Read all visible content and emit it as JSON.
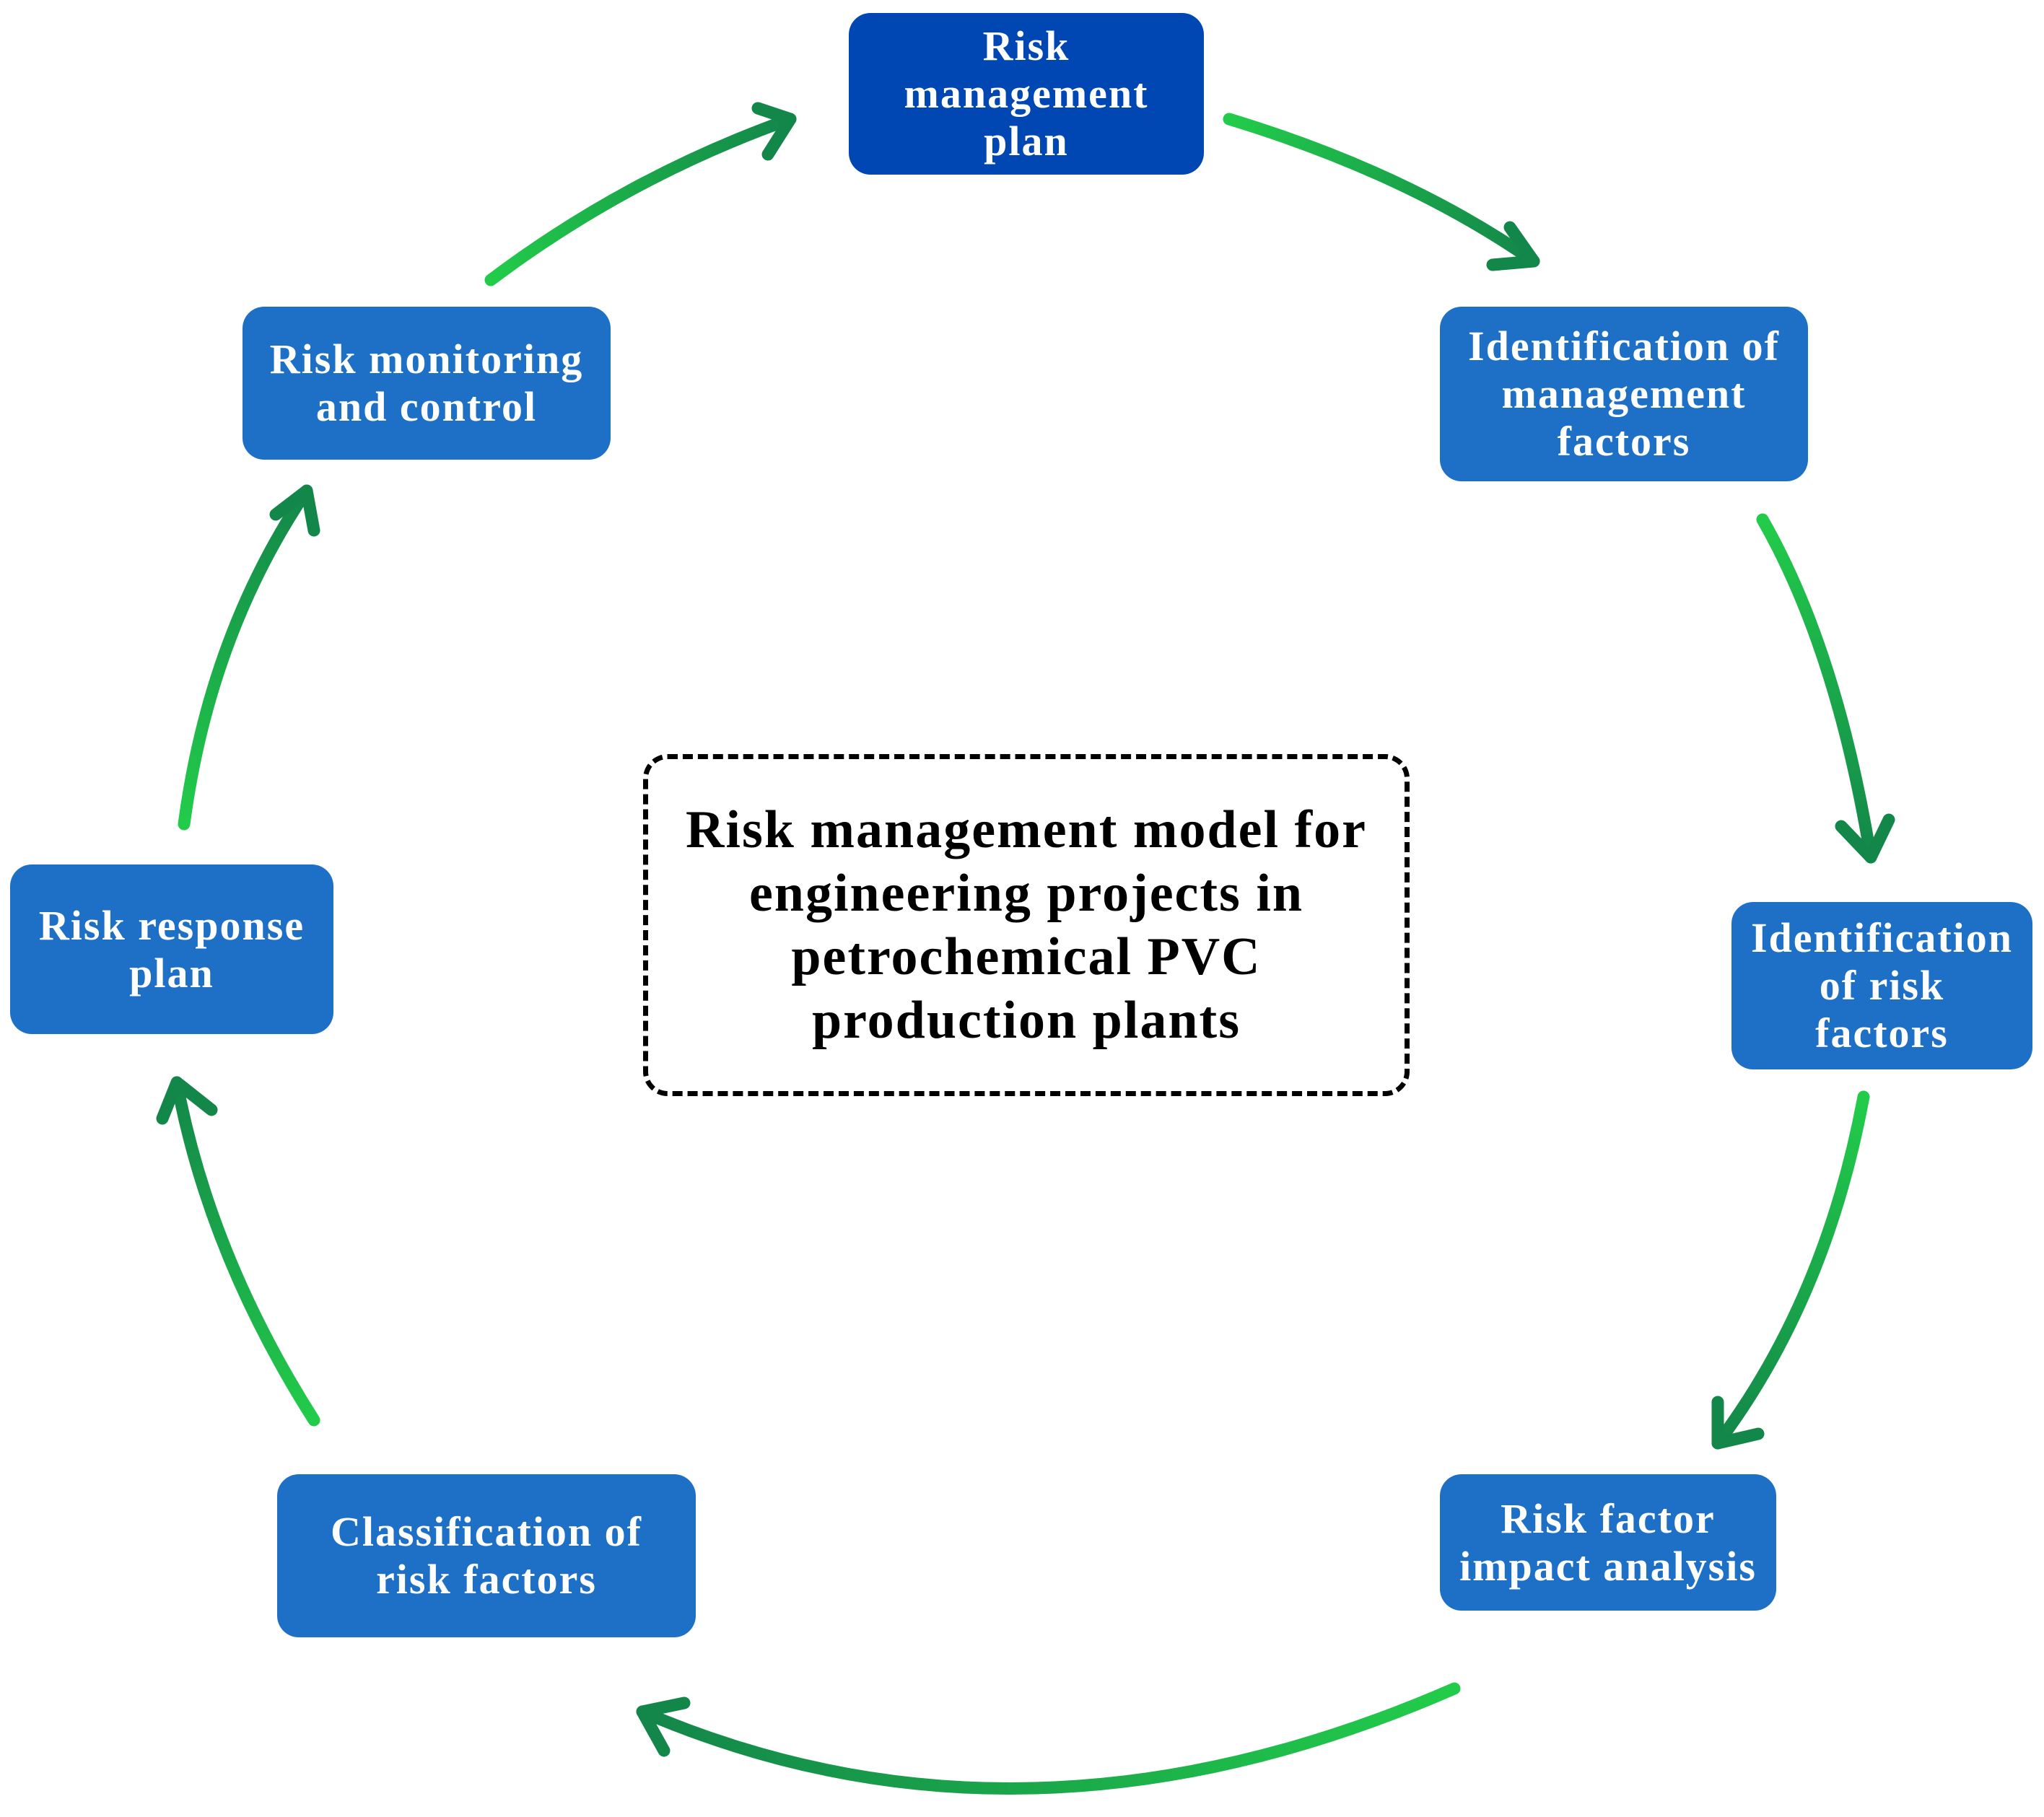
{
  "center": {
    "lines": [
      "Risk management model for",
      "engineering projects in",
      "petrochemical PVC",
      "production plants"
    ]
  },
  "nodes": [
    {
      "id": "risk-management-plan",
      "lines": [
        "Risk",
        "management plan"
      ],
      "color": "#0047b3"
    },
    {
      "id": "identification-of-management-factors",
      "lines": [
        "Identification of",
        "management",
        "factors"
      ],
      "color": "#1e70c6"
    },
    {
      "id": "identification-of-risk-factors",
      "lines": [
        "Identification",
        "of risk factors"
      ],
      "color": "#1e70c6"
    },
    {
      "id": "risk-factor-impact-analysis",
      "lines": [
        "Risk factor",
        "impact analysis"
      ],
      "color": "#1e70c6"
    },
    {
      "id": "classification-of-risk-factors",
      "lines": [
        "Classification of",
        "risk factors"
      ],
      "color": "#1e70c6"
    },
    {
      "id": "risk-response-plan",
      "lines": [
        "Risk response",
        "plan"
      ],
      "color": "#1e70c6"
    },
    {
      "id": "risk-monitoring-and-control",
      "lines": [
        "Risk monitoring",
        "and control"
      ],
      "color": "#1e70c6"
    }
  ],
  "edges": [
    {
      "from": "risk-management-plan",
      "to": "identification-of-management-factors"
    },
    {
      "from": "identification-of-management-factors",
      "to": "identification-of-risk-factors"
    },
    {
      "from": "identification-of-risk-factors",
      "to": "risk-factor-impact-analysis"
    },
    {
      "from": "risk-factor-impact-analysis",
      "to": "classification-of-risk-factors"
    },
    {
      "from": "classification-of-risk-factors",
      "to": "risk-response-plan"
    },
    {
      "from": "risk-response-plan",
      "to": "risk-monitoring-and-control"
    },
    {
      "from": "risk-monitoring-and-control",
      "to": "risk-management-plan"
    }
  ],
  "colors": {
    "arrow_light": "#22cc4a",
    "arrow_dark": "#13864a",
    "center_border": "#000000"
  }
}
